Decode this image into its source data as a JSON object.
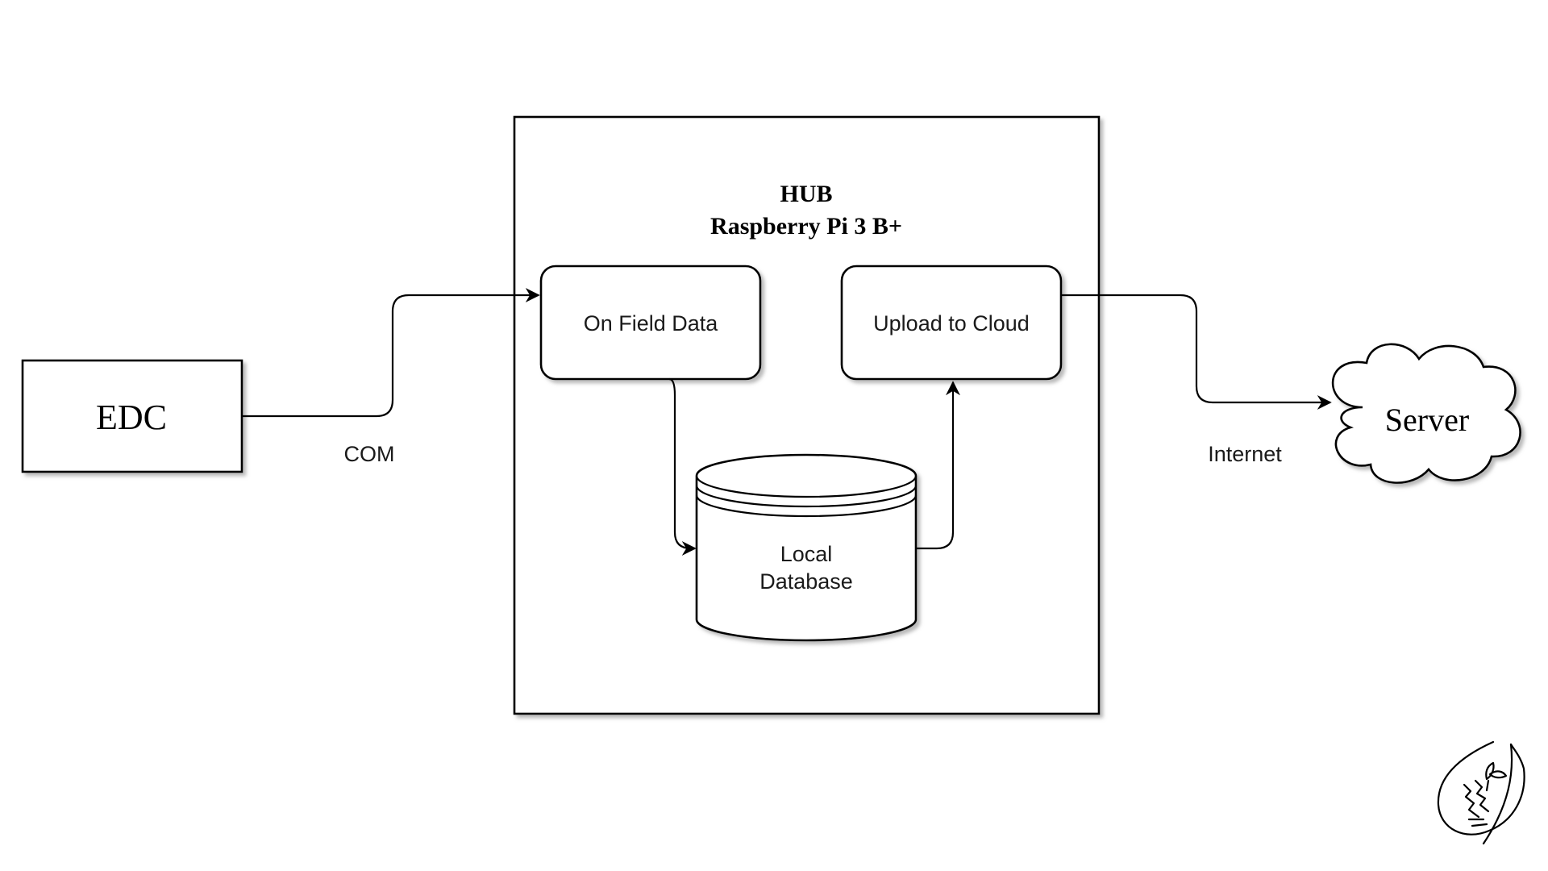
{
  "hub": {
    "title": "HUB",
    "subtitle": "Raspberry Pi 3 B+"
  },
  "nodes": {
    "edc": "EDC",
    "on_field_data": "On Field Data",
    "upload_to_cloud": "Upload to Cloud",
    "local_database_line1": "Local",
    "local_database_line2": "Database",
    "server": "Server"
  },
  "edges": {
    "com": "COM",
    "internet": "Internet"
  },
  "logo": {
    "icon": "leaf-logo-icon"
  },
  "colors": {
    "stroke": "#000000",
    "fill": "#ffffff",
    "shadow": "#9a9a9a"
  }
}
